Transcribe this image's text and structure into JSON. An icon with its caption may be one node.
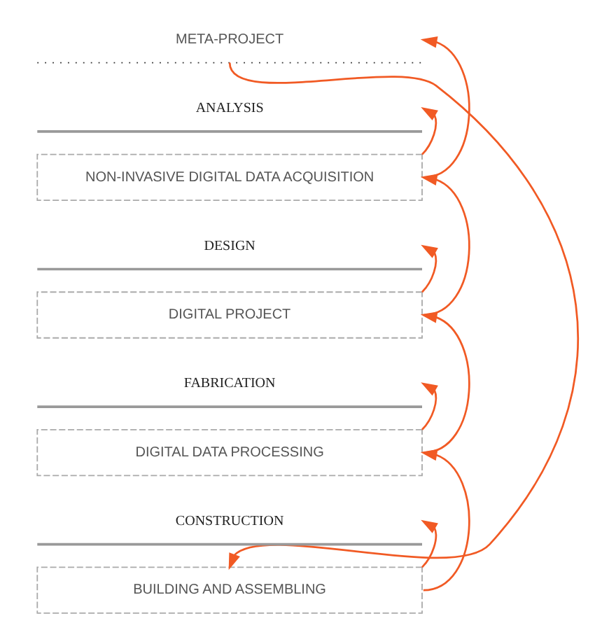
{
  "diagram": {
    "nodes": [
      {
        "text": [
          "META-PROJECT"
        ]
      },
      {
        "text": [
          "ANALYSIS"
        ]
      },
      {
        "text": [
          "NON-INVASIVE DIGITAL DATA ACQUISITION"
        ]
      },
      {
        "text": [
          "DESIGN"
        ]
      },
      {
        "text": [
          "DIGITAL PROJECT"
        ]
      },
      {
        "text": [
          "FABRICATION"
        ]
      },
      {
        "text": [
          "DIGITAL DATA PROCESSING"
        ]
      },
      {
        "text": [
          "CONSTRUCTION"
        ]
      },
      {
        "text": [
          "BUILDING AND ASSEMBLING"
        ]
      }
    ],
    "edges": [
      {
        "from": 0,
        "to": 8,
        "arrow": "to"
      },
      {
        "from": 2,
        "to": 0,
        "arrow": "to"
      },
      {
        "from": 2,
        "to": 1,
        "arrow": "to"
      },
      {
        "from": 4,
        "to": 2,
        "arrow": "to"
      },
      {
        "from": 4,
        "to": 3,
        "arrow": "to"
      },
      {
        "from": 6,
        "to": 4,
        "arrow": "to"
      },
      {
        "from": 6,
        "to": 5,
        "arrow": "to"
      },
      {
        "from": 8,
        "to": 6,
        "arrow": "to"
      },
      {
        "from": 8,
        "to": 7,
        "arrow": "to"
      }
    ]
  }
}
